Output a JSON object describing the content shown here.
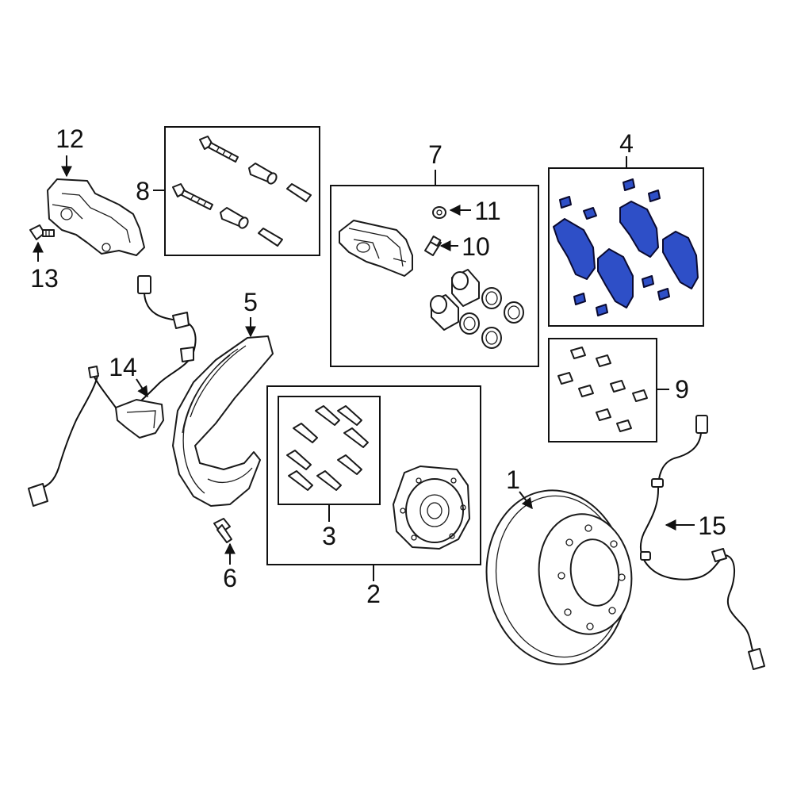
{
  "callouts": {
    "c1": "1",
    "c2": "2",
    "c3": "3",
    "c4": "4",
    "c5": "5",
    "c6": "6",
    "c7": "7",
    "c8": "8",
    "c9": "9",
    "c10": "10",
    "c11": "11",
    "c12": "12",
    "c13": "13",
    "c14": "14",
    "c15": "15"
  },
  "colors": {
    "highlight": "#2e4fc7",
    "line": "#111111",
    "background": "#ffffff"
  }
}
